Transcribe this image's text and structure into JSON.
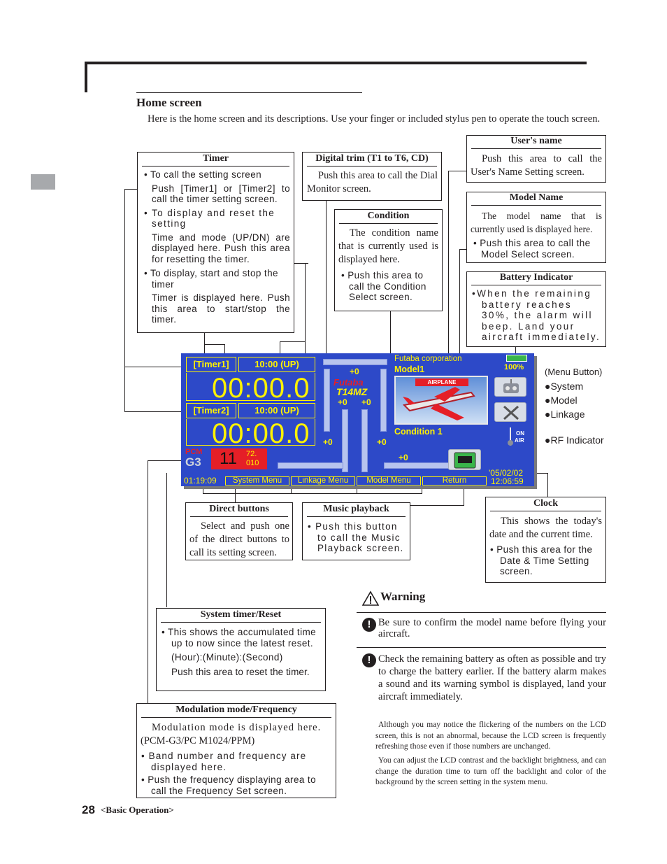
{
  "section_title": "Home screen",
  "intro": "Here is the home screen and its descriptions. Use your finger or included stylus pen to operate the touch screen.",
  "boxes": {
    "timer": {
      "title": "Timer",
      "b1": "• To call the setting screen",
      "b1_detail": "Push [Timer1] or [Timer2] to call the timer setting screen.",
      "b2": "• To display and reset the setting",
      "b2_detail": "Time and mode (UP/DN) are displayed here. Push this area for resetting the timer.",
      "b3": "• To display, start and stop the timer",
      "b3_detail": "Timer is displayed here. Push this area to start/stop the timer."
    },
    "digital_trim": {
      "title": "Digital trim (T1 to T6, CD)",
      "text": "Push this area to call the Dial Monitor screen."
    },
    "condition": {
      "title": "Condition",
      "text": "The condition name that is currently used is displayed here.",
      "bullet": "• Push this area to call the Condition Select screen."
    },
    "users_name": {
      "title": "User's name",
      "text": "Push this area to call the User's Name Setting screen."
    },
    "model_name": {
      "title": "Model Name",
      "text": "The model name that is currently used is displayed here.",
      "bullet": "• Push this area to call the Model Select screen."
    },
    "battery": {
      "title": "Battery Indicator",
      "bullet": "•When the remaining battery reaches 30%, the alarm will beep. Land your aircraft immediately."
    },
    "direct_buttons": {
      "title": "Direct buttons",
      "text": "Select and push one of the direct buttons to call its setting screen."
    },
    "music": {
      "title": "Music playback",
      "bullet": "• Push this button to call the Music Playback screen."
    },
    "clock": {
      "title": "Clock",
      "text": "This shows the today's date and the current time.",
      "bullet": "• Push this area for the Date & Time Setting screen."
    },
    "system_timer": {
      "title": "System timer/Reset",
      "bullet": "• This shows the accumulated time up to now since the latest reset.",
      "line2": "(Hour):(Minute):(Second)",
      "line3": "Push this area to reset the timer."
    },
    "modulation": {
      "title": "Modulation mode/Frequency",
      "text1": "Modulation mode is displayed here.",
      "text2": "(PCM-G3/PC M1024/PPM)",
      "b1": "• Band number and frequency are displayed here.",
      "b2": "• Push the frequency displaying area to call the Frequency Set screen."
    }
  },
  "menu_labels": {
    "header": "(Menu Button)",
    "system": "●System",
    "model": "●Model",
    "linkage": "●Linkage",
    "rf": "●RF Indicator"
  },
  "lcd": {
    "timer1_label": "[Timer1]",
    "timer1_mode": "10:00 (UP)",
    "timer1_value": "00:00.0",
    "timer2_label": "[Timer2]",
    "timer2_mode": "10:00 (UP)",
    "timer2_value": "00:00.0",
    "trim_values": [
      "+0",
      "+0",
      "+0",
      "+0",
      "+0",
      "+0"
    ],
    "brand": "Futaba",
    "product": "T14MZ",
    "user": "Futaba corporation",
    "model": "Model1",
    "battery": "100%",
    "model_image_label": "AIRPLANE",
    "condition": "Condition 1",
    "mod_top": "PCM",
    "mod_bottom": "G3",
    "band": "11",
    "freq_top": "72.",
    "freq_bottom": "010",
    "rf_on": "ON",
    "rf_air": "AIR",
    "system_timer": "01:19:09",
    "buttons": [
      "System Menu",
      "Linkage Menu",
      "Model Menu",
      "Return"
    ],
    "date": "'05/02/02",
    "time": "12:06:59"
  },
  "warning": {
    "heading": "Warning",
    "w1": "Be sure to confirm the model name before flying your aircraft.",
    "w2": "Check the remaining battery as often as possible and try to charge the battery earlier. If the battery alarm makes a sound and its warning symbol is displayed, land your aircraft immediately."
  },
  "notes": {
    "n1": "Although you may notice the flickering of the numbers on the LCD screen, this is not an abnormal, because the LCD screen is frequently refreshing those even if those numbers are unchanged.",
    "n2": "You can adjust the LCD contrast and the backlight brightness, and can change the duration time to turn off the backlight and color of the background by the screen setting in the system menu."
  },
  "footer": {
    "page": "28",
    "section": "<Basic Operation>"
  },
  "colors": {
    "lcd_bg": "#2d49c8",
    "lcd_text": "#fff200",
    "red": "#e51f27",
    "tab_gray": "#a7a9ac"
  }
}
